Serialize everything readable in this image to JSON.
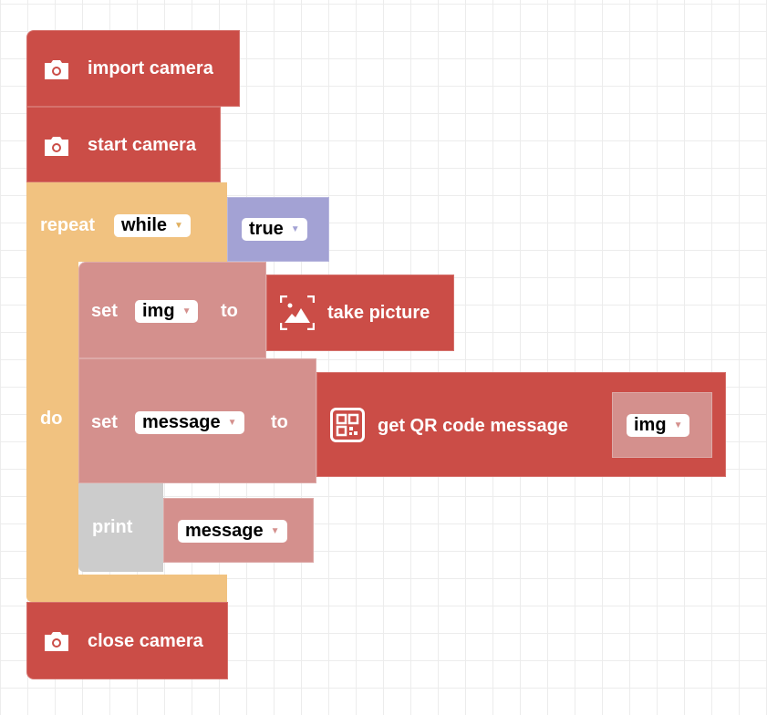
{
  "blocks": {
    "import_camera": "import camera",
    "start_camera": "start camera",
    "repeat": {
      "label": "repeat",
      "mode": "while",
      "do_label": "do",
      "condition": "true"
    },
    "set_img": {
      "set": "set",
      "var": "img",
      "to": "to"
    },
    "take_picture": "take picture",
    "set_message": {
      "set": "set",
      "var": "message",
      "to": "to"
    },
    "get_qr": {
      "label": "get QR code message",
      "arg": "img"
    },
    "print": {
      "label": "print",
      "var": "message"
    },
    "close_camera": "close camera"
  },
  "colors": {
    "camera": "#cb4d47",
    "loop": "#f1c280",
    "logic": "#a3a2d4",
    "variable": "#d4908d",
    "text": "#cccccc"
  }
}
